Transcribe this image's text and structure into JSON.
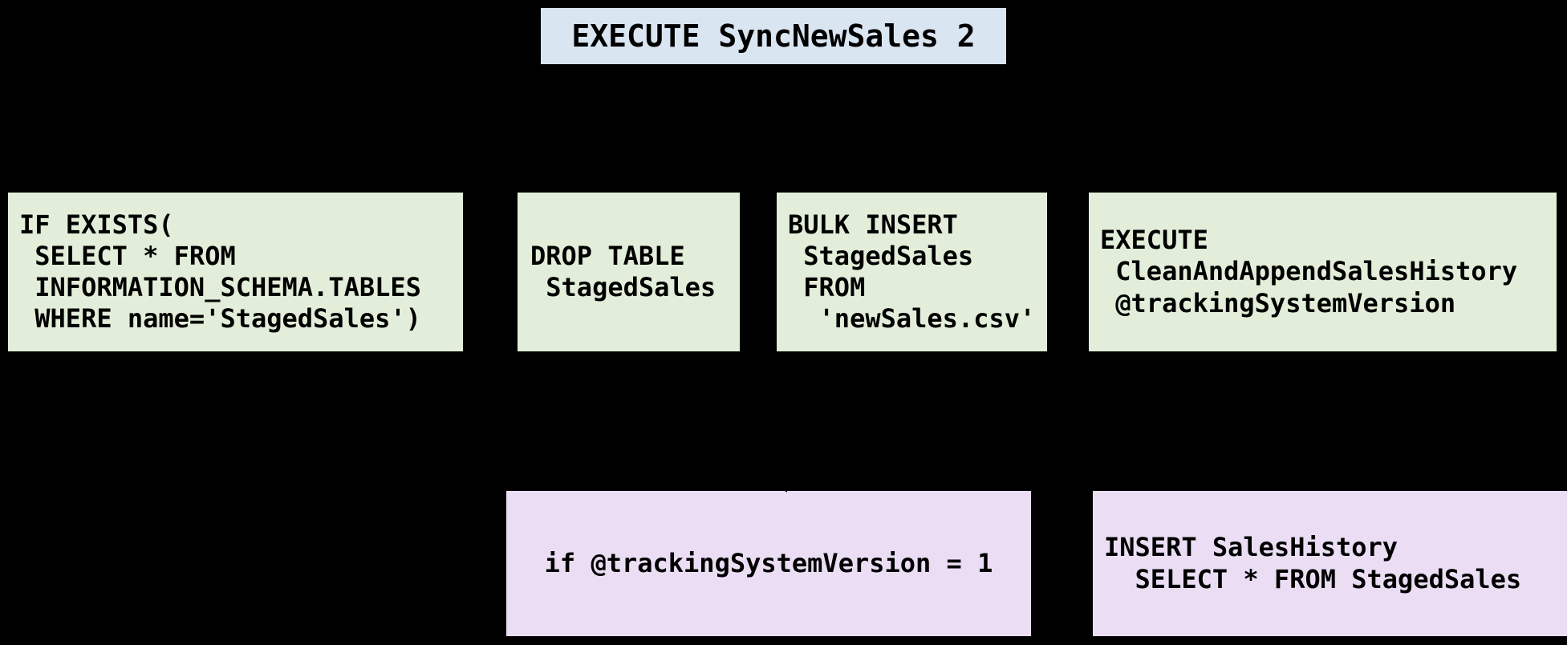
{
  "diagram": {
    "background_color": "#000000",
    "title_node": {
      "text": "EXECUTE SyncNewSales 2",
      "fill_color": "#dae5f2"
    },
    "colors": {
      "statement_fill": "#e2eed9",
      "condition_fill": "#ebdef4",
      "title_fill": "#dae5f2",
      "text_color": "#000000"
    },
    "nodes": [
      {
        "id": "if-exists",
        "kind": "statement",
        "fill_color": "#e2eed9",
        "lines": [
          "IF EXISTS(",
          " SELECT * FROM",
          " INFORMATION_SCHEMA.TABLES",
          " WHERE name='StagedSales')"
        ]
      },
      {
        "id": "drop-table",
        "kind": "statement",
        "fill_color": "#e2eed9",
        "lines": [
          "DROP TABLE",
          " StagedSales"
        ]
      },
      {
        "id": "bulk-insert",
        "kind": "statement",
        "fill_color": "#e2eed9",
        "lines": [
          "BULK INSERT",
          " StagedSales",
          " FROM",
          "  'newSales.csv'"
        ]
      },
      {
        "id": "exec-clean-append",
        "kind": "statement",
        "fill_color": "#e2eed9",
        "lines": [
          "EXECUTE",
          " CleanAndAppendSalesHistory",
          " @trackingSystemVersion"
        ]
      },
      {
        "id": "if-tracking-version",
        "kind": "condition",
        "fill_color": "#ebdef4",
        "lines": [
          "if @trackingSystemVersion = 1"
        ]
      },
      {
        "id": "insert-sales-history",
        "kind": "condition",
        "fill_color": "#ebdef4",
        "lines": [
          "INSERT SalesHistory",
          "  SELECT * FROM StagedSales"
        ]
      }
    ]
  }
}
